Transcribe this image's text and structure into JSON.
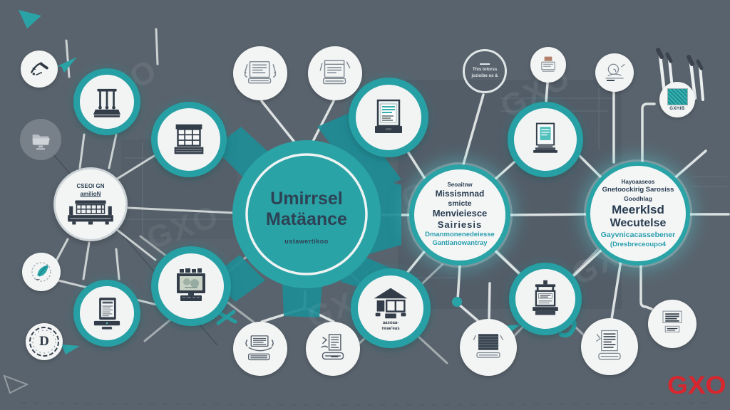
{
  "diagram_type": "infographic-network",
  "brand": {
    "label": "GXO",
    "color": "#d8262e"
  },
  "watermark_text": "GXO",
  "center_node": {
    "title_line1": "Umirrsel",
    "title_line2": "Matäance",
    "subtitle": "ustawertikoo"
  },
  "middle_node": {
    "lines": [
      "Seoaitnw",
      "Missismnad",
      "smicte",
      "Menvieiesce",
      "Sairiesis",
      "Dmanmonenedeiesse",
      "Gantlanowantray"
    ]
  },
  "right_node": {
    "lines": [
      "Hayoaaseos",
      "Gnetoockirig Sarosiss",
      "Goodhlag",
      "Meerklsd",
      "Wecutelse",
      "Gayvnicacassebener",
      "(Dresbreceoupo4"
    ]
  },
  "left_text_node": {
    "lines": [
      "CSEOI GN",
      "amilioN"
    ]
  },
  "top_ring_node": {
    "lines": [
      "This totorss",
      "jozioibe os &"
    ]
  },
  "hatch_node": {
    "caption": "GXHIB"
  },
  "house_node": {
    "caption_lines": [
      "aasoaa-",
      "rwae'eas"
    ]
  },
  "d_node": {
    "letter": "D"
  },
  "colors": {
    "background": "#59636d",
    "panel": "#4e5964",
    "teal": "#2aa3a6",
    "teal_dark": "#1e8c96",
    "white_circle": "#f3f5f5",
    "navy_text": "#2d4254",
    "teal_text": "#2a9fae",
    "connector_line": "#e9edec",
    "sketch_gray": "#7f8891",
    "brand_red": "#d8262e"
  },
  "icons": {
    "cradle-machine-icon": "⚙",
    "window-building-icon": "▦",
    "monitor-document-icon": "🗔",
    "certificate-stand-icon": "🏆",
    "tablet-reader-icon": "▤",
    "tv-monitor-icon": "🖵",
    "house-booth-icon": "⌂",
    "press-machine-icon": "🖨",
    "capitol-building-icon": "🏛",
    "tools-sketch-icon": "✎",
    "folder-icon": "🗀",
    "leaf-gauge-icon": "❧",
    "hatch-square-icon": "▨",
    "document-sketch-icon": "🗎",
    "snail-sketch-icon": "◔",
    "dark-grid-icon": "▦",
    "text-blob-icon": "≣",
    "paper-plane-shape": "➤",
    "brush-stroke-shape": "❙",
    "teal-dot-shape": "●"
  }
}
